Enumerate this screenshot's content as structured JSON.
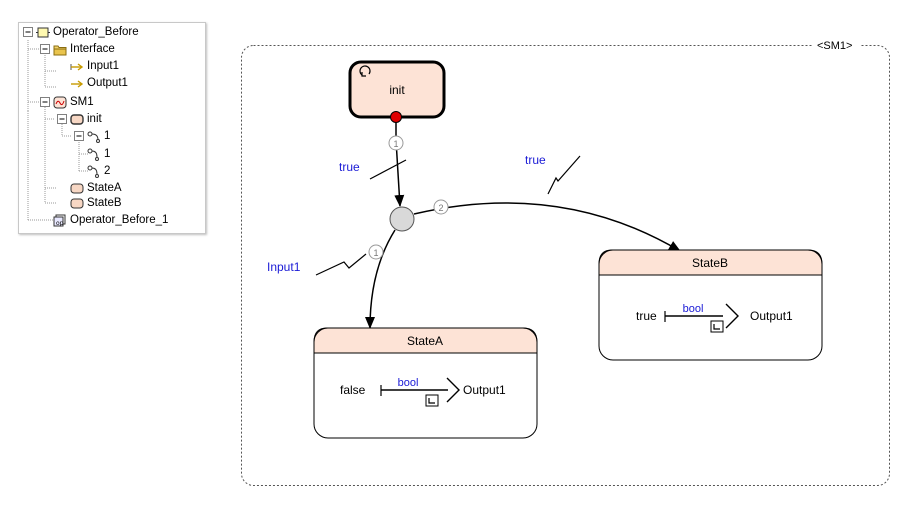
{
  "tree": {
    "items": [
      {
        "label": "Operator_Before",
        "icon": "operator-icon"
      },
      {
        "label": "Interface",
        "icon": "folder-icon"
      },
      {
        "label": "Input1",
        "icon": "input-arrow-icon"
      },
      {
        "label": "Output1",
        "icon": "output-arrow-icon"
      },
      {
        "label": "SM1",
        "icon": "state-machine-icon"
      },
      {
        "label": "init",
        "icon": "state-icon"
      },
      {
        "label": "1",
        "icon": "transition-fork-icon"
      },
      {
        "label": "1",
        "icon": "transition-icon"
      },
      {
        "label": "2",
        "icon": "transition-icon"
      },
      {
        "label": "StateA",
        "icon": "state-icon"
      },
      {
        "label": "StateB",
        "icon": "state-icon"
      },
      {
        "label": "Operator_Before_1",
        "icon": "operator-instance-icon"
      }
    ]
  },
  "diagram": {
    "frame_label": "<SM1>",
    "init_state": {
      "name": "init"
    },
    "transitions": {
      "init_priority": "1",
      "init_guard": "true",
      "branch_a_priority": "1",
      "branch_a_guard": "Input1",
      "branch_b_priority": "2",
      "branch_b_guard": "true"
    },
    "state_a": {
      "name": "StateA",
      "value": "false",
      "type": "bool",
      "output": "Output1"
    },
    "state_b": {
      "name": "StateB",
      "value": "true",
      "type": "bool",
      "output": "Output1"
    }
  },
  "colors": {
    "state_header": "#fde3d6",
    "guard_text": "#1a1ad6",
    "init_dot": "#e00000",
    "junction": "#d9d9d9"
  }
}
